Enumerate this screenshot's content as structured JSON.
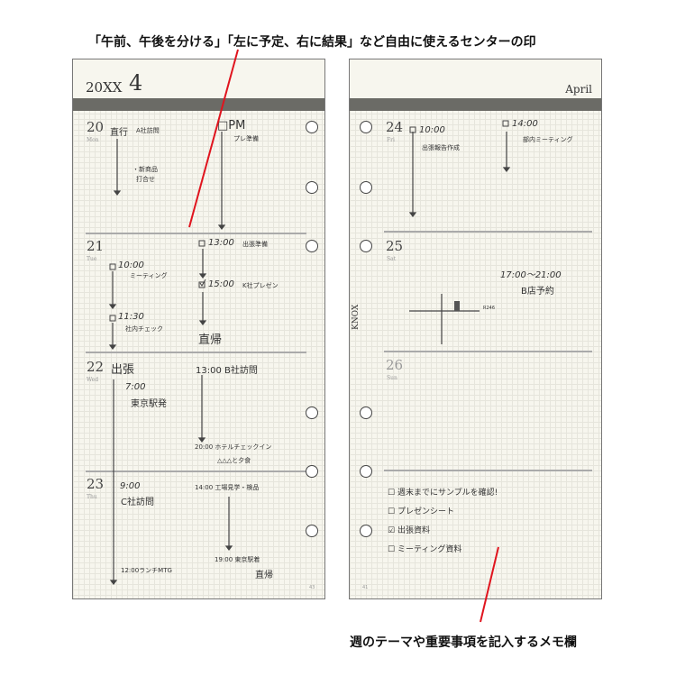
{
  "captions": {
    "top": "「午前、午後を分ける」「左に予定、右に結果」など自由に使えるセンターの印",
    "bottom": "週のテーマや重要事項を記入するメモ欄"
  },
  "left_page": {
    "year_month": "20XX",
    "month_num": "4",
    "page_no": "43",
    "days": [
      {
        "day": "20",
        "weekday": "Mon",
        "entries": [
          "直行",
          "A社訪問",
          "・新商品",
          "打合せ",
          "PM",
          "プレ準備"
        ]
      },
      {
        "day": "21",
        "weekday": "Tue",
        "entries": [
          "10:00",
          "ミーティング",
          "11:30",
          "社内チェック",
          "13:00",
          "出張準備",
          "15:00",
          "K社プレゼン",
          "直帰"
        ]
      },
      {
        "day": "22",
        "weekday": "Wed",
        "entries": [
          "出張",
          "7:00",
          "東京駅発",
          "13:00 B社訪問",
          "20:00 ホテルチェックイン",
          "△△△と夕食"
        ]
      },
      {
        "day": "23",
        "weekday": "Thu",
        "entries": [
          "9:00",
          "C社訪問",
          "12:00ランチMTG",
          "14:00 工場見学・検品",
          "19:00 東京駅着",
          "直帰"
        ]
      }
    ]
  },
  "right_page": {
    "month_name": "April",
    "page_no": "41",
    "brand": "KNOX",
    "days": [
      {
        "day": "24",
        "weekday": "Fri",
        "entries": [
          "10:00",
          "出張報告作成",
          "14:00",
          "部内ミーティング"
        ]
      },
      {
        "day": "25",
        "weekday": "Sat",
        "entries": [
          "17:00〜21:00",
          "B店予約",
          "R246"
        ]
      },
      {
        "day": "26",
        "weekday": "Sun",
        "entries": []
      }
    ],
    "memo": [
      {
        "text": "週末までにサンプルを確認!",
        "checked": false
      },
      {
        "text": "プレゼンシート",
        "checked": false
      },
      {
        "text": "出張資料",
        "checked": true
      },
      {
        "text": "ミーティング資料",
        "checked": false
      }
    ]
  },
  "colors": {
    "accent": "#e0141e",
    "bar": "#6b6b66"
  }
}
